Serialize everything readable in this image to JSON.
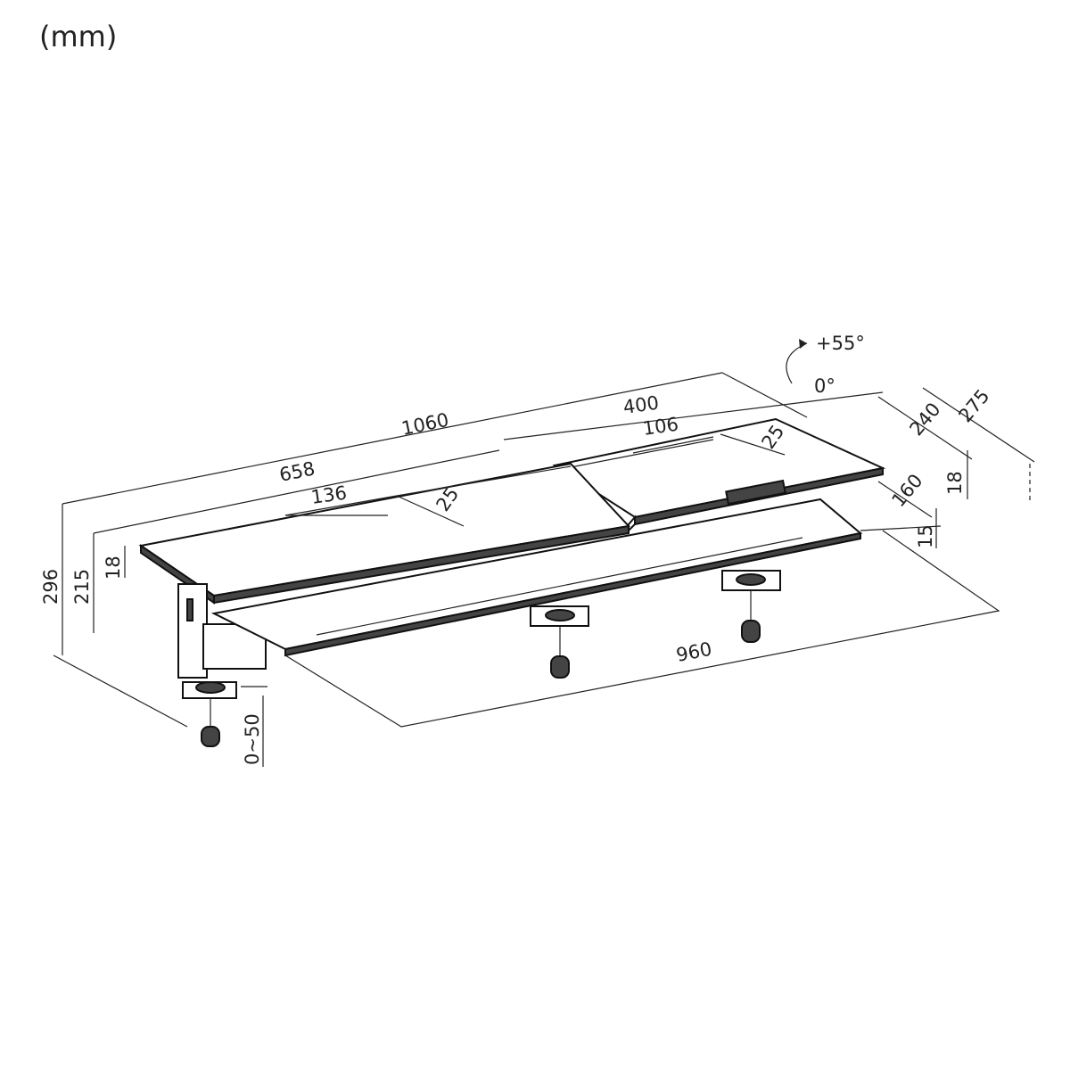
{
  "unit_label": "(mm)",
  "dimensions": {
    "overall_width": "1060",
    "riser_width": "400",
    "left_shelf_width": "658",
    "left_cutout_width": "136",
    "left_cutout_depth": "25",
    "right_cutout_width": "106",
    "right_cutout_depth": "25",
    "riser_depth": "240",
    "overall_depth": "275",
    "riser_thickness": "18",
    "tray_depth": "160",
    "tray_thickness": "15",
    "overall_height": "296",
    "shelf_height": "215",
    "shelf_thickness": "18",
    "tray_width": "960",
    "clamp_range": "0~50",
    "tilt_max": "+55°",
    "tilt_min": "0°"
  }
}
